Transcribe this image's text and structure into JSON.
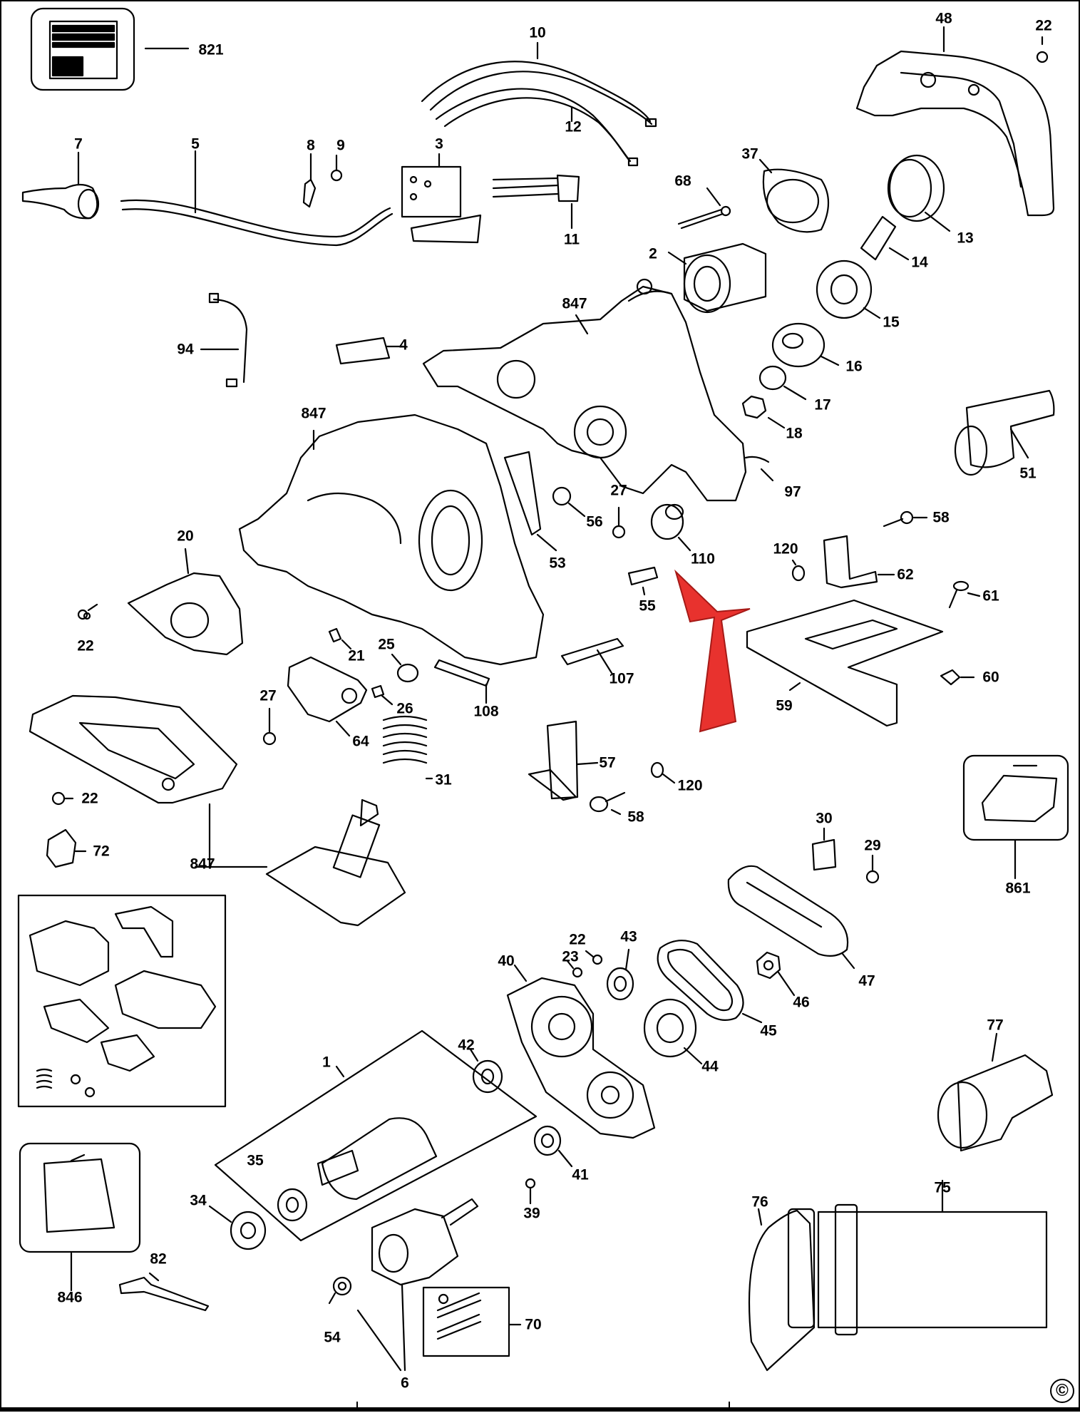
{
  "diagram": {
    "labels": {
      "p821": "821",
      "p10": "10",
      "p12": "12",
      "p48": "48",
      "p22a": "22",
      "p7": "7",
      "p5": "5",
      "p8": "8",
      "p9": "9",
      "p3": "3",
      "p11": "11",
      "p37": "37",
      "p68": "68",
      "p13": "13",
      "p14": "14",
      "p2": "2",
      "p15": "15",
      "p847a": "847",
      "p94": "94",
      "p4": "4",
      "p16": "16",
      "p17": "17",
      "p18": "18",
      "p847b": "847",
      "p51": "51",
      "p97": "97",
      "p27a": "27",
      "p56": "56",
      "p58a": "58",
      "p120a": "120",
      "p110": "110",
      "p62": "62",
      "p53": "53",
      "p20": "20",
      "p55": "55",
      "p61": "61",
      "p22b": "22",
      "p21": "21",
      "p25": "25",
      "p60": "60",
      "p107": "107",
      "p27b": "27",
      "p26": "26",
      "p108": "108",
      "p59": "59",
      "p64": "64",
      "p57": "57",
      "p31": "31",
      "p120b": "120",
      "p22c": "22",
      "p58b": "58",
      "p72": "72",
      "p30": "30",
      "p29": "29",
      "p847c": "847",
      "p861": "861",
      "p22d": "22",
      "p43": "43",
      "p23": "23",
      "p40": "40",
      "p46": "46",
      "p47": "47",
      "p45": "45",
      "p44": "44",
      "p77": "77",
      "p42": "42",
      "p1": "1",
      "p41": "41",
      "p35": "35",
      "p34": "34",
      "p39": "39",
      "p76": "76",
      "p75": "75",
      "p82": "82",
      "p846": "846",
      "p54": "54",
      "p70": "70",
      "p6": "6"
    },
    "copyright_symbol": "©",
    "colors": {
      "ink": "#000000",
      "arrow": "#e8322e",
      "paper": "#ffffff"
    }
  }
}
